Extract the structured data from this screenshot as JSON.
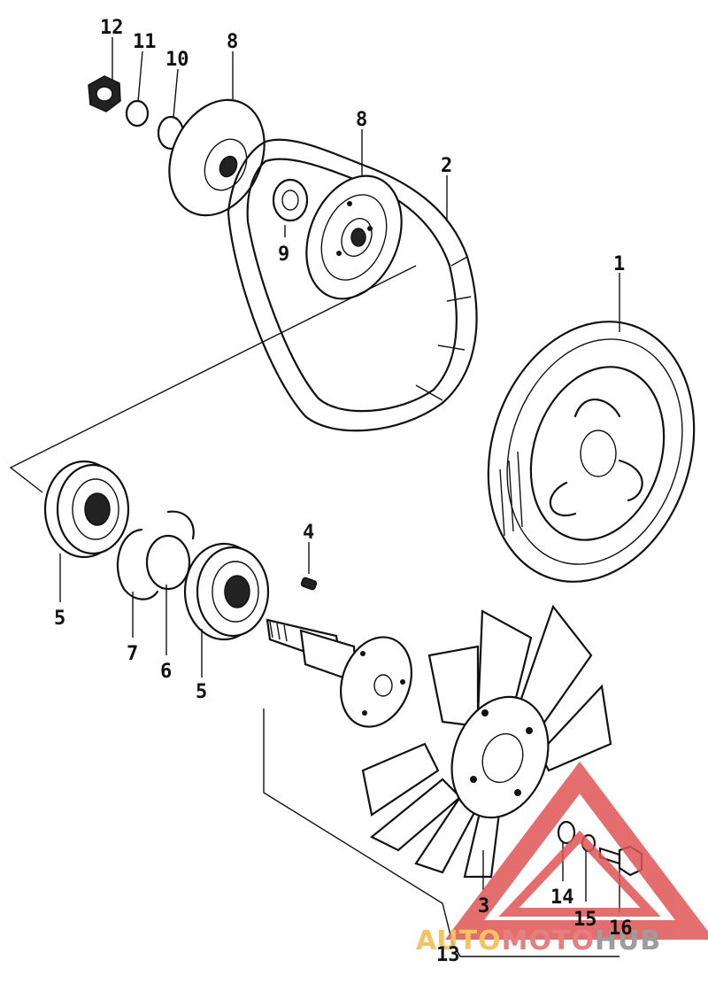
{
  "callouts": {
    "c12": "12",
    "c11": "11",
    "c10": "10",
    "c8a": "8",
    "c8b": "8",
    "c2": "2",
    "c9": "9",
    "c1": "1",
    "c4": "4",
    "c5a": "5",
    "c7": "7",
    "c6": "6",
    "c5b": "5",
    "c3": "3",
    "c14": "14",
    "c15": "15",
    "c16": "16",
    "c13": "13"
  },
  "watermark": {
    "part1": "AUTO",
    "part2": "MOTO",
    "part3": "HUB",
    "colors": {
      "auto": "#f2b94a",
      "moto": "#e06a6a",
      "hub": "#8c8c8c",
      "triangle": "#e05555"
    }
  }
}
